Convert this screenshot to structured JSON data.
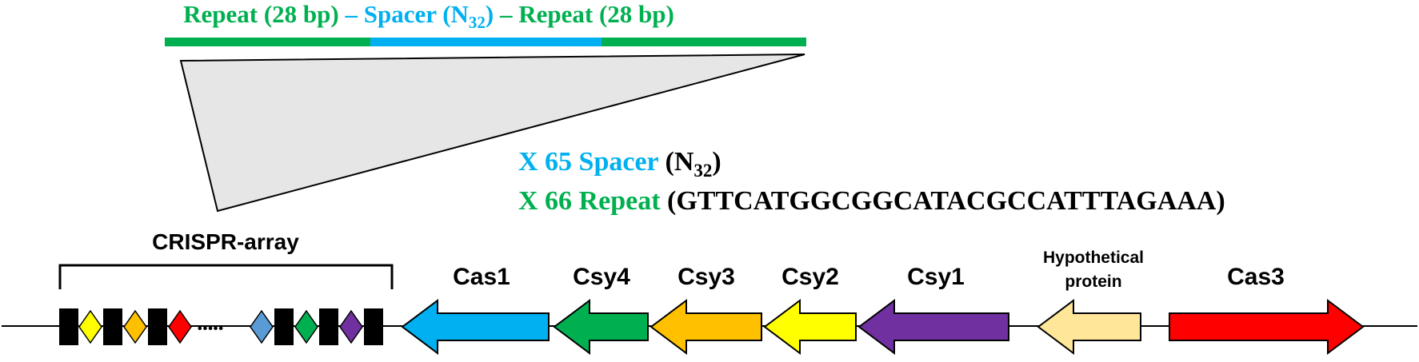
{
  "colors": {
    "repeat": "#00b050",
    "spacer": "#00b0f0",
    "black": "#000000",
    "triangle_fill": "#e6e6e6",
    "cas1": "#00b0f0",
    "csy4": "#00b050",
    "csy3": "#ffc000",
    "csy2": "#ffff00",
    "csy1": "#7030a0",
    "hypothetical": "#ffe699",
    "cas3": "#ff0000",
    "diamond_yellow": "#ffff00",
    "diamond_orange": "#ffc000",
    "diamond_red": "#ff0000",
    "diamond_blue": "#5b9bd5",
    "diamond_green": "#00b050",
    "diamond_purple": "#7030a0"
  },
  "header": {
    "repeat1": "Repeat (28 bp)",
    "dash1": " – ",
    "spacer": "Spacer (N",
    "spacer_sub": "32",
    "spacer_close": ")",
    "dash2": " – ",
    "repeat2": "Repeat (28 bp)"
  },
  "counts": {
    "spacer_label": "X 65 Spacer",
    "spacer_detail": " (N",
    "spacer_sub": "32",
    "spacer_close": ")",
    "repeat_label": "X 66 Repeat",
    "repeat_detail": " (GTTCATGGCGGCATACGCCATTTAGAAA)"
  },
  "array": {
    "label": "CRISPR-array",
    "ellipsis": "•••••"
  },
  "genes": [
    {
      "name": "Cas1",
      "color": "#00b0f0",
      "direction": "left"
    },
    {
      "name": "Csy4",
      "color": "#00b050",
      "direction": "left"
    },
    {
      "name": "Csy3",
      "color": "#ffc000",
      "direction": "left"
    },
    {
      "name": "Csy2",
      "color": "#ffff00",
      "direction": "left"
    },
    {
      "name": "Csy1",
      "color": "#7030a0",
      "direction": "left"
    },
    {
      "name": "Hypothetical",
      "name2": "protein",
      "color": "#ffe699",
      "direction": "left"
    },
    {
      "name": "Cas3",
      "color": "#ff0000",
      "direction": "right"
    }
  ]
}
